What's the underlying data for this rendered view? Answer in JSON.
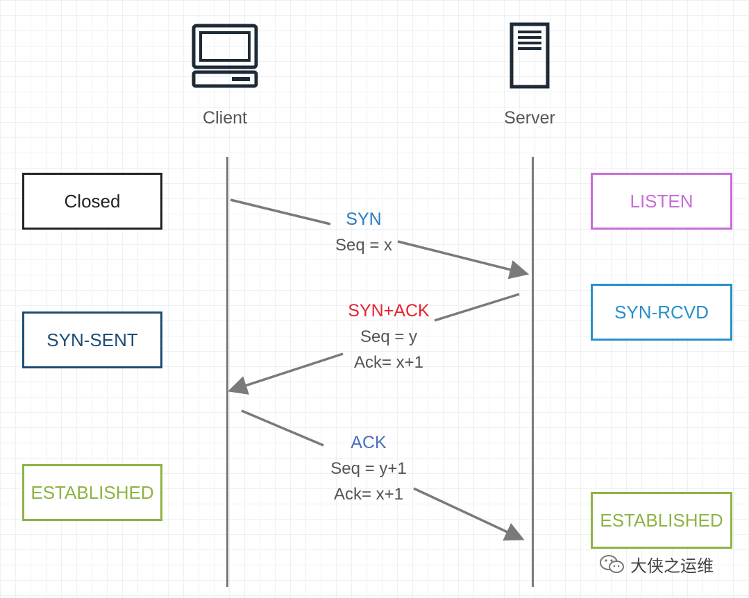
{
  "nodes": {
    "client_label": "Client",
    "server_label": "Server"
  },
  "states": {
    "client": [
      "Closed",
      "SYN-SENT",
      "ESTABLISHED"
    ],
    "server": [
      "LISTEN",
      "SYN-RCVD",
      "ESTABLISHED"
    ]
  },
  "messages": [
    {
      "title": "SYN",
      "seq": "Seq = x",
      "ack": ""
    },
    {
      "title": "SYN+ACK",
      "seq": "Seq = y",
      "ack": "Ack= x+1"
    },
    {
      "title": "ACK",
      "seq": "Seq = y+1",
      "ack": "Ack= x+1"
    }
  ],
  "colors": {
    "closed": "#222222",
    "listen": "#c86dd7",
    "syn_sent": "#1c4c74",
    "syn_rcvd": "#2691c9",
    "established": "#8db443",
    "syn": "#2a7bc0",
    "syn_ack": "#e8222e",
    "ack": "#4a6fc0",
    "line": "#7a7a7a"
  },
  "icons": {
    "client": "laptop-icon",
    "server": "server-icon",
    "watermark": "wechat-icon"
  },
  "watermark": "大侠之运维"
}
